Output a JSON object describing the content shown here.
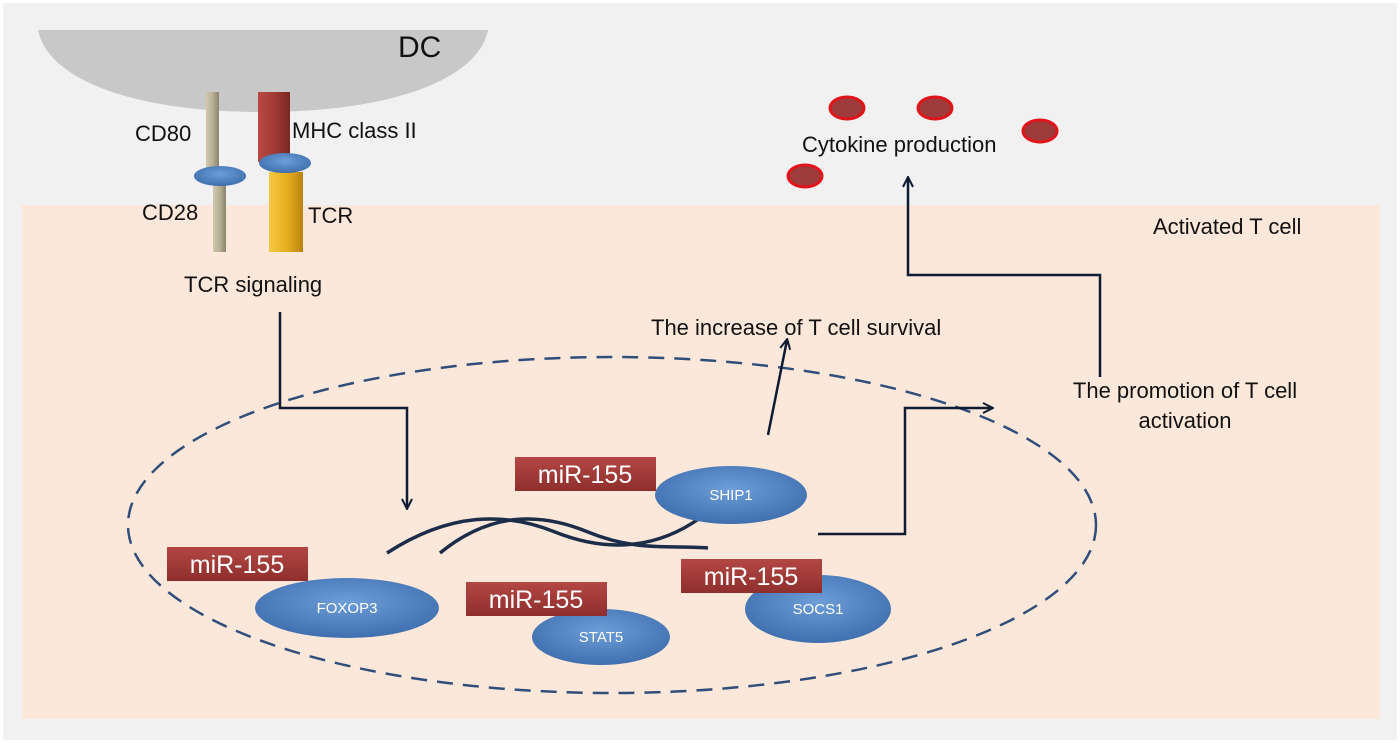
{
  "labels": {
    "dc": "DC",
    "cd80": "CD80",
    "cd28": "CD28",
    "mhc": "MHC class II",
    "tcr": "TCR",
    "tcr_signaling": "TCR signaling",
    "activated_t_cell": "Activated T cell",
    "cytokine_production": "Cytokine production",
    "t_cell_survival": "The increase of T cell survival",
    "t_cell_activation_line1": "The promotion of T cell",
    "t_cell_activation_line2": "activation"
  },
  "mirna": {
    "shipping": "miR-155",
    "foxop3": "miR-155",
    "stat5": "miR-155",
    "socs1": "miR-155"
  },
  "proteins": {
    "ship1": "SHIP1",
    "foxop3": "FOXOP3",
    "stat5": "STAT5",
    "socs1": "SOCS1"
  },
  "colors": {
    "background": "#f1f1f1",
    "t_cell": "#fce8da",
    "dc": "#c8c8c8",
    "mirna_box": "#a33a38",
    "protein": "#5b8dcc",
    "cytokine": "#9e3b3b",
    "cytokine_border": "#e0141a",
    "tcr": "#e8b020",
    "mhc": "#a8403a",
    "costim": "#b8b196",
    "arrow": "#0d1b33",
    "nucleus_border": "#2f4f7a"
  }
}
